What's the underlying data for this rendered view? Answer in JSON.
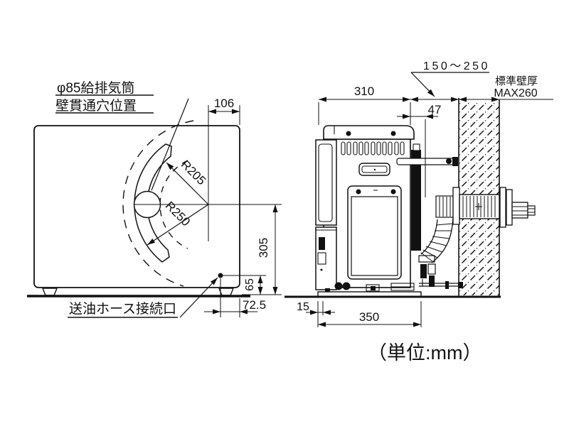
{
  "front_view": {
    "labels": {
      "flue_hole_1": "φ85給排気筒",
      "flue_hole_2": "壁貫通穴位置",
      "oil_hose": "送油ホース接続口"
    },
    "dims": {
      "top_offset": "106",
      "radius_inner": "R205",
      "radius_outer": "R250",
      "center_height": "305",
      "hose_height": "65",
      "hose_offset": "72.5"
    }
  },
  "side_view": {
    "dims": {
      "depth": "310",
      "flue_center": "47",
      "wall_gap": "150～250",
      "base_lip": "15",
      "base_depth": "350"
    },
    "wall": {
      "title": "標準壁厚",
      "max": "MAX260"
    }
  },
  "note": {
    "units": "（単位:mm）"
  }
}
